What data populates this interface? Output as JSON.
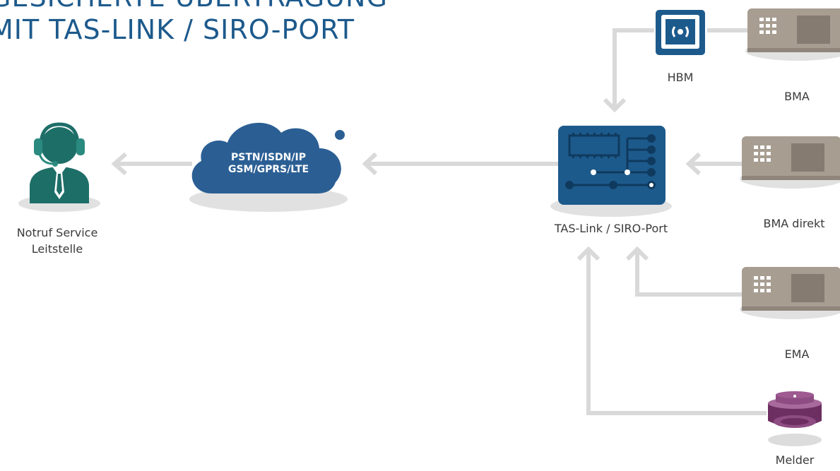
{
  "title": {
    "line1": "GESICHERTE ÜBERTRAGUNG",
    "line2": "MIT TAS-LINK / SIRO-PORT"
  },
  "nodes": {
    "leitstelle": {
      "label": "Notruf Service\nLeitstelle",
      "icon": "operator-headset-icon"
    },
    "network": {
      "line1": "PSTN/ISDN/IP",
      "line2": "GSM/GPRS/LTE",
      "icon": "cloud-icon"
    },
    "taslink": {
      "label": "TAS-Link / SIRO-Port",
      "icon": "circuit-board-icon"
    },
    "hbm": {
      "label": "HBM",
      "icon": "signal-icon"
    },
    "bma": {
      "label": "BMA",
      "icon": "control-panel-icon"
    },
    "bma_direkt": {
      "label": "BMA direkt",
      "icon": "control-panel-icon"
    },
    "ema": {
      "label": "EMA",
      "icon": "control-panel-icon"
    },
    "melder": {
      "label": "Melder",
      "icon": "smoke-detector-icon"
    }
  },
  "colors": {
    "title": "#1d5a8c",
    "arrow": "#d9d9d9",
    "panel": "#a79d91",
    "shadow": "#e1e1e1",
    "device_blue": "#1d5a8c",
    "operator_green": "#1e6e68",
    "detector_purple": "#7a3b6e"
  }
}
